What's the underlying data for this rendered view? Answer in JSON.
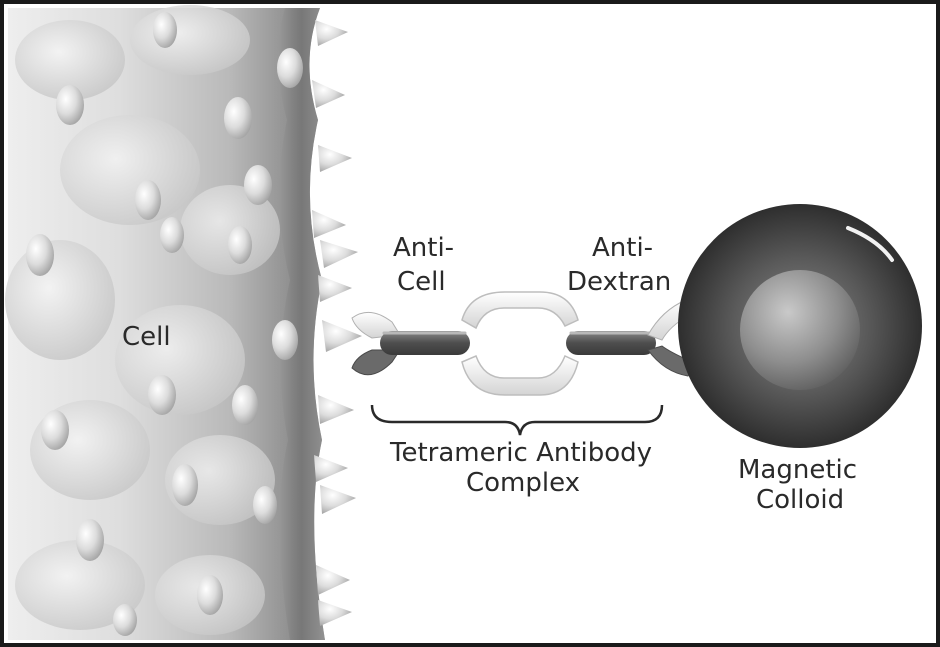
{
  "labels": {
    "cell": "Cell",
    "anti_cell_line1": "Anti-",
    "anti_cell_line2": "Cell",
    "anti_dextran_line1": "Anti-",
    "anti_dextran_line2": "Dextran",
    "complex_line1": "Tetrameric Antibody",
    "complex_line2": "Complex",
    "colloid_line1": "Magnetic",
    "colloid_line2": "Colloid"
  }
}
